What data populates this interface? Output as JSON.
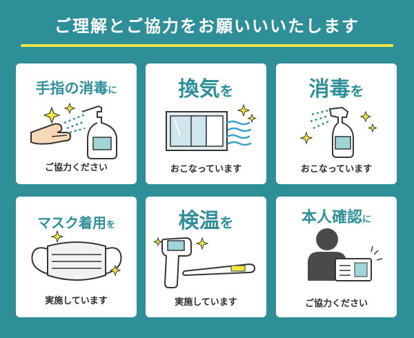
{
  "banner": {
    "title": "ご理解とご協力をお願いいいたします"
  },
  "cards": [
    {
      "title_main": "手指の消毒",
      "title_particle": "に",
      "caption": "ご協力ください",
      "icon": "hand-sanitizer-icon"
    },
    {
      "title_main": "換気",
      "title_particle": "を",
      "caption": "おこなっています",
      "icon": "window-ventilation-icon"
    },
    {
      "title_main": "消毒",
      "title_particle": "を",
      "caption": "おこなっています",
      "icon": "spray-bottle-icon"
    },
    {
      "title_main": "マスク着用",
      "title_particle": "を",
      "caption": "実施しています",
      "icon": "face-mask-icon"
    },
    {
      "title_main": "検温",
      "title_particle": "を",
      "caption": "実施しています",
      "icon": "thermometer-icon"
    },
    {
      "title_main": "本人確認",
      "title_particle": "に",
      "caption": "ご協力ください",
      "icon": "id-card-person-icon"
    }
  ],
  "colors": {
    "background": "#2f8f99",
    "accent_line": "#f3e743",
    "card": "#ffffff",
    "title_text": "#2f8f99",
    "caption_text": "#2b2b2b"
  }
}
